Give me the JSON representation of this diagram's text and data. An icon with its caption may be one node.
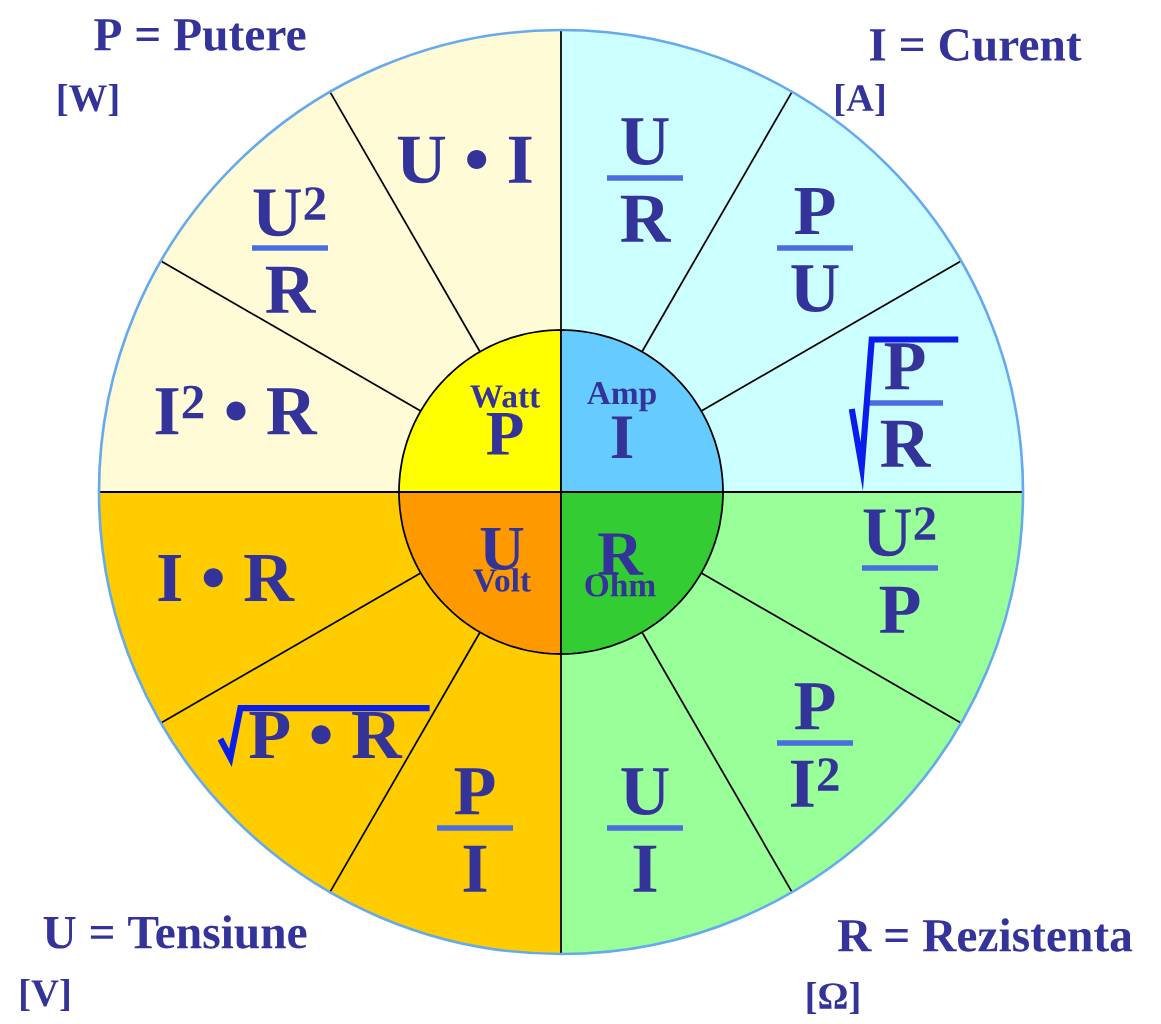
{
  "diagram": {
    "nodes": [
      {
        "text": [
          "U • I"
        ]
      },
      {
        "text": [
          "U",
          "R"
        ]
      },
      {
        "text": [
          "U$^{2}$",
          "R"
        ]
      },
      {
        "text": [
          "P",
          "U"
        ]
      },
      {
        "text": [
          "I$^{2}$ • R"
        ]
      },
      {
        "text": [
          "P",
          "R"
        ]
      },
      {
        "text": [
          "Watt",
          "P"
        ]
      },
      {
        "text": [
          "Amp",
          "I"
        ]
      },
      {
        "text": [
          "U",
          "Volt"
        ]
      },
      {
        "text": [
          "R",
          "Ohm"
        ]
      },
      {
        "text": [
          "U$^{2}$",
          "P"
        ]
      },
      {
        "text": [
          "I • R"
        ]
      },
      {
        "text": [
          "P • R"
        ]
      },
      {
        "text": [
          "P",
          "I$^{2}$"
        ]
      },
      {
        "text": [
          "P",
          "I"
        ]
      },
      {
        "text": [
          "U",
          "I"
        ]
      }
    ],
    "labels": [
      "P = Putere",
      "[W]",
      "I = Curent",
      "[A]",
      "U = Tensiune",
      "[V]",
      "R = Rezistenta",
      "[Ω]"
    ]
  }
}
